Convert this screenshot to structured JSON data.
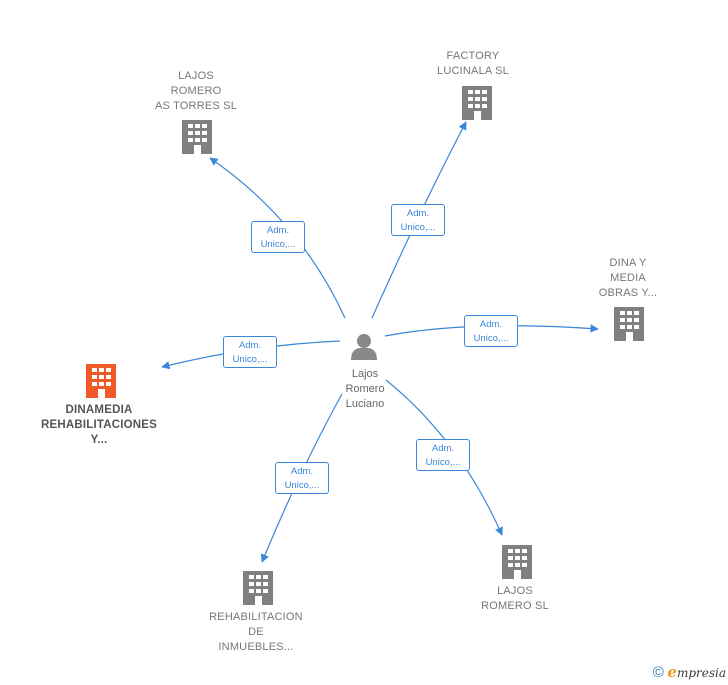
{
  "colors": {
    "edge": "#3a87d8",
    "company": "#808080",
    "highlight": "#f05a28",
    "person": "#888888"
  },
  "center": {
    "name_lines": [
      "Lajos",
      "Romero",
      "Luciano"
    ],
    "icon": "person-icon"
  },
  "companies": [
    {
      "id": "lajos-romero-as-torres",
      "lines": [
        "LAJOS",
        "ROMERO",
        "AS TORRES  SL"
      ],
      "icon": "building-icon"
    },
    {
      "id": "factory-lucinala",
      "lines": [
        "FACTORY",
        "LUCINALA  SL"
      ],
      "icon": "building-icon"
    },
    {
      "id": "dina-y-media",
      "lines": [
        "DINA Y",
        "MEDIA",
        "OBRAS Y..."
      ],
      "icon": "building-icon"
    },
    {
      "id": "dinamedia",
      "lines": [
        "DINAMEDIA",
        "REHABILITACIONES",
        "Y..."
      ],
      "icon": "building-icon",
      "highlight": true
    },
    {
      "id": "rehabilitacion",
      "lines": [
        "REHABILITACION",
        "DE",
        "INMUEBLES..."
      ],
      "icon": "building-icon"
    },
    {
      "id": "lajos-romero-sl",
      "lines": [
        "LAJOS",
        "ROMERO  SL"
      ],
      "icon": "building-icon"
    }
  ],
  "edges": [
    {
      "to": "lajos-romero-as-torres",
      "label": [
        "Adm.",
        "Unico,..."
      ]
    },
    {
      "to": "factory-lucinala",
      "label": [
        "Adm.",
        "Unico,..."
      ]
    },
    {
      "to": "dina-y-media",
      "label": [
        "Adm.",
        "Unico,..."
      ]
    },
    {
      "to": "dinamedia",
      "label": [
        "Adm.",
        "Unico,..."
      ]
    },
    {
      "to": "rehabilitacion",
      "label": [
        "Adm.",
        "Unico,..."
      ]
    },
    {
      "to": "lajos-romero-sl",
      "label": [
        "Adm.",
        "Unico,..."
      ]
    }
  ],
  "footer": {
    "copyright": "©",
    "brand_initial": "e",
    "brand_rest": "mpresia"
  }
}
